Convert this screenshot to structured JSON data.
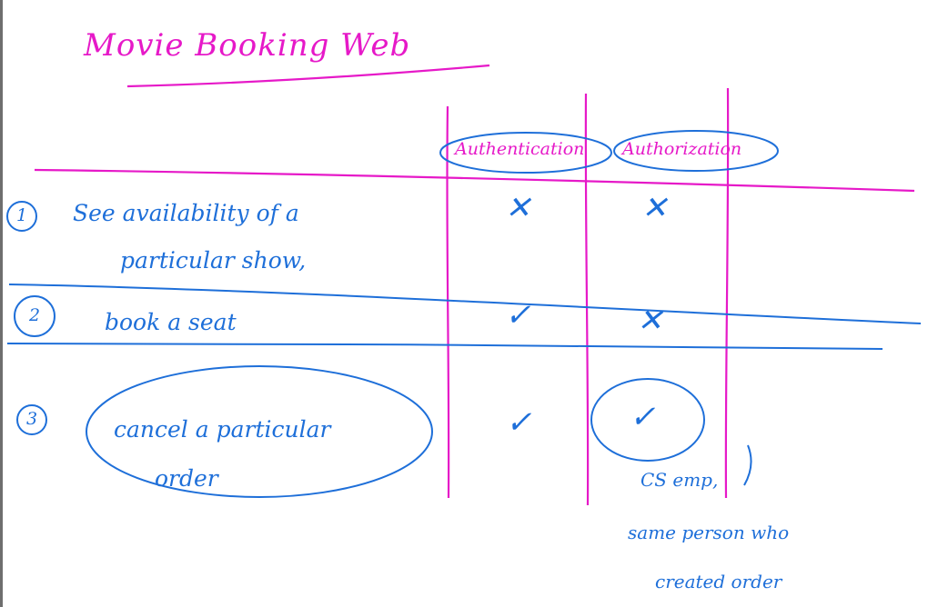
{
  "title": "Movie Booking Web",
  "columns": [
    "Authentication",
    "Authorization"
  ],
  "rows": [
    {
      "number": "1",
      "line1": "See availability of a",
      "line2": "particular show,",
      "authentication": "✕",
      "authorization": "✕"
    },
    {
      "number": "2",
      "line1": "book a seat",
      "line2": "",
      "authentication": "✓",
      "authorization": "✕"
    },
    {
      "number": "3",
      "line1": "cancel a particular",
      "line2": "order",
      "authentication": "✓",
      "authorization": "✓"
    }
  ],
  "note": {
    "line1": "CS emp,",
    "line2": "same person who",
    "line3": "created order"
  },
  "colors": {
    "pink": "#e619c8",
    "blue": "#1e6fd9"
  }
}
